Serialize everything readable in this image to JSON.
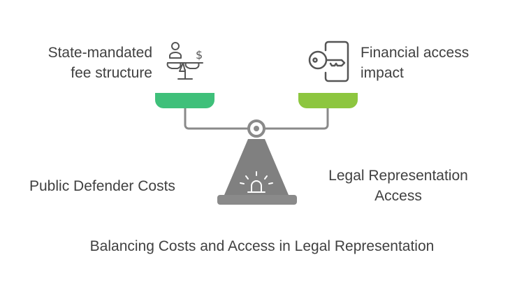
{
  "diagram": {
    "left": {
      "top_label_lines": [
        "State-mandated",
        "fee structure"
      ],
      "bottom_label": "Public Defender Costs",
      "icon": "justice-scale-dollar-icon",
      "pan_color": "#3fc07a"
    },
    "right": {
      "top_label_lines": [
        "Financial access",
        "impact"
      ],
      "bottom_label_lines": [
        "Legal Representation",
        "Access"
      ],
      "icon": "key-door-icon",
      "pan_color": "#8dc63f"
    },
    "caption": "Balancing Costs and Access in Legal Representation",
    "colors": {
      "stand": "#808080",
      "base": "#8a8a8a",
      "beam": "#8a8a8a",
      "icon_stroke": "#555555"
    }
  }
}
